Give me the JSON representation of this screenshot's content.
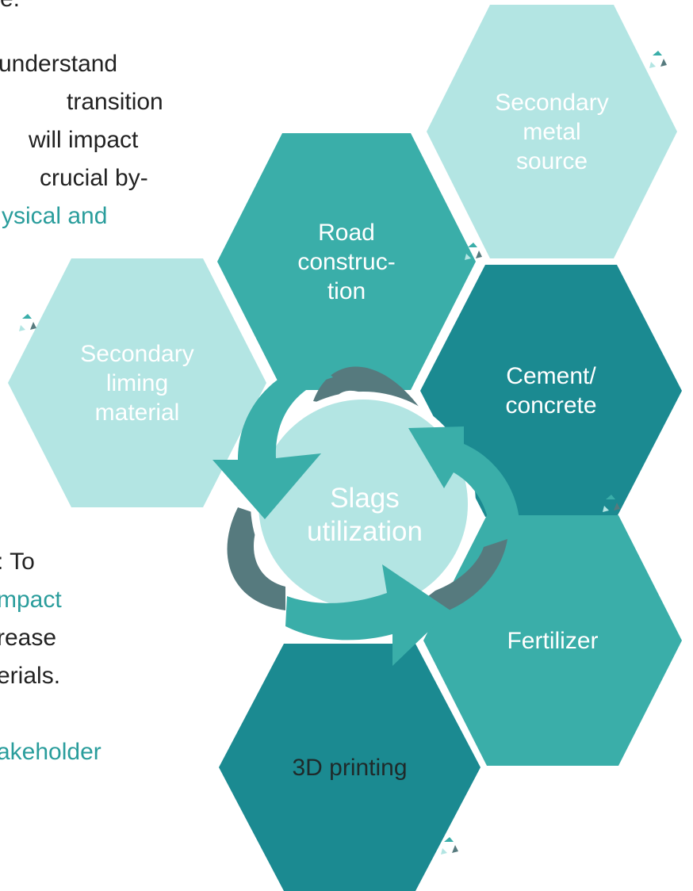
{
  "body_text": {
    "line1": "e.",
    "line2": "understand",
    "line3": "transition",
    "line4": "will impact",
    "line5": "crucial by-",
    "line6": "ysical and",
    "line7": ": To",
    "line8": "mpact",
    "line9": "rease",
    "line10": "erials.",
    "line11": "akeholder"
  },
  "diagram": {
    "center": "Slags\nutilization",
    "hexes": [
      {
        "label": "Secondary\nmetal\nsource",
        "fill": "#b3e5e3",
        "text_color": "#ffffff"
      },
      {
        "label": "Road\nconstruc-\ntion",
        "fill": "#3aaea9",
        "text_color": "#ffffff"
      },
      {
        "label": "Secondary\nliming\nmaterial",
        "fill": "#b3e5e3",
        "text_color": "#ffffff"
      },
      {
        "label": "Cement/\nconcrete",
        "fill": "#1b8a91",
        "text_color": "#ffffff"
      },
      {
        "label": "Fertilizer",
        "fill": "#3aaea9",
        "text_color": "#ffffff"
      },
      {
        "label": "3D printing",
        "fill": "#1b8a91",
        "text_color": "#1f2a2a"
      }
    ],
    "colors": {
      "light": "#b3e5e3",
      "mid": "#3aaea9",
      "dark": "#1b8a91",
      "slate": "#567a7e",
      "center_fill": "#b3e5e3"
    },
    "icons": [
      "recycle-icon"
    ]
  }
}
